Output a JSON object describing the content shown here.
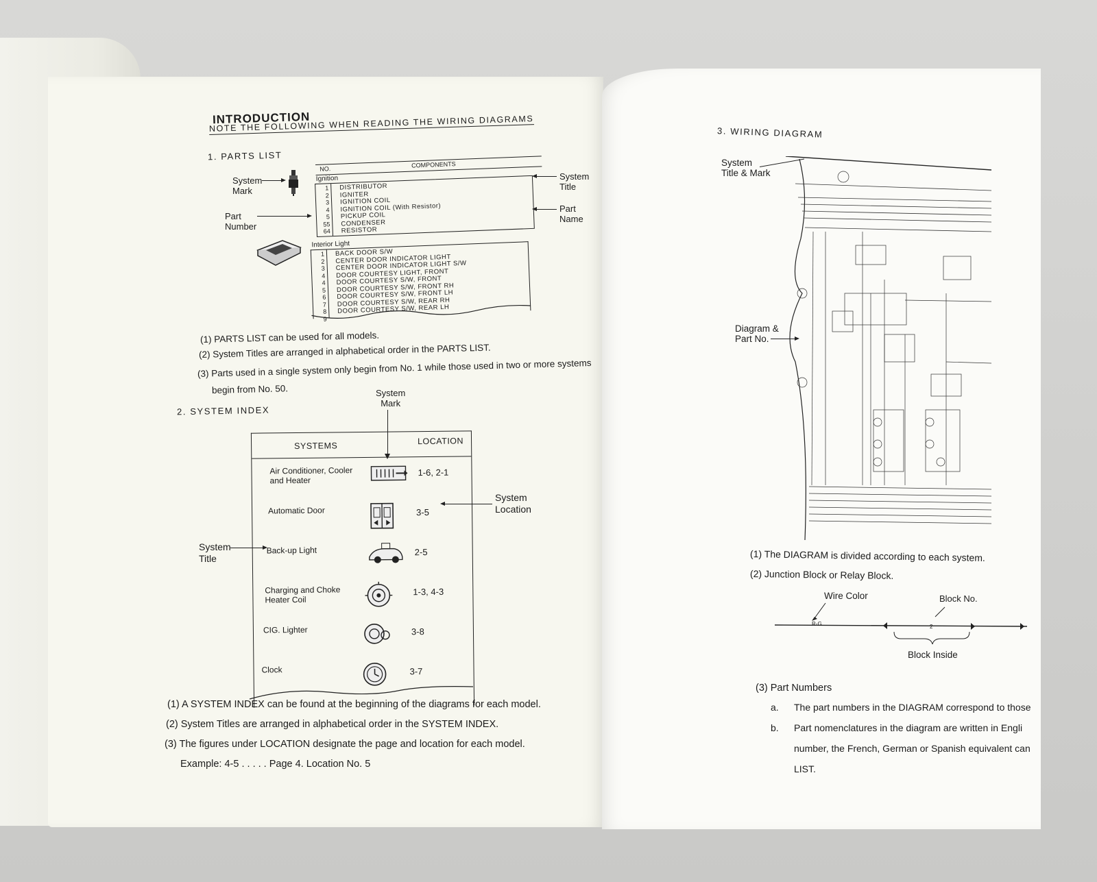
{
  "left_page": {
    "title": "INTRODUCTION",
    "subtitle": "NOTE THE FOLLOWING WHEN READING THE WIRING DIAGRAMS",
    "section1": "1.  PARTS LIST",
    "callouts1": {
      "system_mark": "System\nMark",
      "part_number": "Part\nNumber",
      "system_title": "System\nTitle",
      "part_name": "Part\nName"
    },
    "parts_table": {
      "col_no": "NO.",
      "col_components": "COMPONENTS",
      "group1": "Ignition",
      "group1_rows": [
        {
          "no": "1",
          "name": "DISTRIBUTOR"
        },
        {
          "no": "2",
          "name": "IGNITER"
        },
        {
          "no": "3",
          "name": "IGNITION COIL"
        },
        {
          "no": "4",
          "name": "IGNITION COIL (With Resistor)"
        },
        {
          "no": "5",
          "name": "PICKUP COIL"
        },
        {
          "no": "55",
          "name": "CONDENSER"
        },
        {
          "no": "64",
          "name": "RESISTOR"
        }
      ],
      "group2": "Interior Light",
      "group2_rows": [
        {
          "no": "1",
          "name": "BACK DOOR S/W"
        },
        {
          "no": "2",
          "name": "CENTER DOOR INDICATOR LIGHT"
        },
        {
          "no": "3",
          "name": "CENTER DOOR INDICATOR LIGHT S/W"
        },
        {
          "no": "4",
          "name": "DOOR COURTESY LIGHT, FRONT"
        },
        {
          "no": "4",
          "name": "DOOR COURTESY S/W, FRONT"
        },
        {
          "no": "5",
          "name": "DOOR COURTESY S/W, FRONT RH"
        },
        {
          "no": "6",
          "name": "DOOR COURTESY S/W, FRONT LH"
        },
        {
          "no": "7",
          "name": "DOOR COURTESY S/W, REAR RH"
        },
        {
          "no": "8",
          "name": "DOOR COURTESY S/W, REAR LH"
        },
        {
          "no": "9",
          "name": ""
        }
      ]
    },
    "notes1": [
      "(1) PARTS LIST can be used for all models.",
      "(2) System Titles are arranged in alphabetical order in the PARTS LIST.",
      "(3) Parts used in a single system only begin from No. 1 while those used in two or more systems",
      "begin from No. 50."
    ],
    "section2": "2.  SYSTEM  INDEX",
    "callouts2": {
      "system_mark": "System\nMark",
      "system_location": "System\nLocation",
      "system_title": "System\nTitle"
    },
    "index_table": {
      "col_systems": "SYSTEMS",
      "col_location": "LOCATION",
      "rows": [
        {
          "system": "Air Conditioner, Cooler\nand Heater",
          "location": "1-6, 2-1",
          "icon": "air-conditioner-icon"
        },
        {
          "system": "Automatic Door",
          "location": "3-5",
          "icon": "automatic-door-icon"
        },
        {
          "system": "Back-up Light",
          "location": "2-5",
          "icon": "backup-light-icon"
        },
        {
          "system": "Charging and Choke\nHeater Coil",
          "location": "1-3, 4-3",
          "icon": "alternator-icon"
        },
        {
          "system": "CIG. Lighter",
          "location": "3-8",
          "icon": "cigarette-lighter-icon"
        },
        {
          "system": "Clock",
          "location": "3-7",
          "icon": "clock-icon"
        }
      ]
    },
    "notes2": [
      "(1) A SYSTEM INDEX can be found at the beginning of the diagrams for each model.",
      "(2) System Titles are arranged in alphabetical order in the SYSTEM INDEX.",
      "(3) The figures under LOCATION designate the page and location for each model.",
      "Example: 4-5 . . . . . Page 4.  Location No. 5"
    ]
  },
  "right_page": {
    "section3": "3.  WIRING  DIAGRAM",
    "callouts": {
      "system_title_mark": "System\nTitle & Mark",
      "diagram_part_no": "Diagram &\nPart No."
    },
    "notes": [
      "(1) The DIAGRAM is divided according to each system.",
      "(2) Junction Block or Relay Block."
    ],
    "junction": {
      "wire_color": "Wire Color",
      "block_no": "Block No.",
      "block_inside": "Block Inside",
      "wire_code": "R-G",
      "block_code": "2"
    },
    "section_part_numbers": "(3) Part Numbers",
    "part_numbers_notes": [
      {
        "marker": "a.",
        "text": "The part numbers in the DIAGRAM correspond to those"
      },
      {
        "marker": "b.",
        "text": "Part nomenclatures in the diagram are written in Engli"
      },
      {
        "marker": "",
        "text": "number, the French, German or Spanish equivalent can"
      },
      {
        "marker": "",
        "text": "LIST."
      }
    ]
  }
}
